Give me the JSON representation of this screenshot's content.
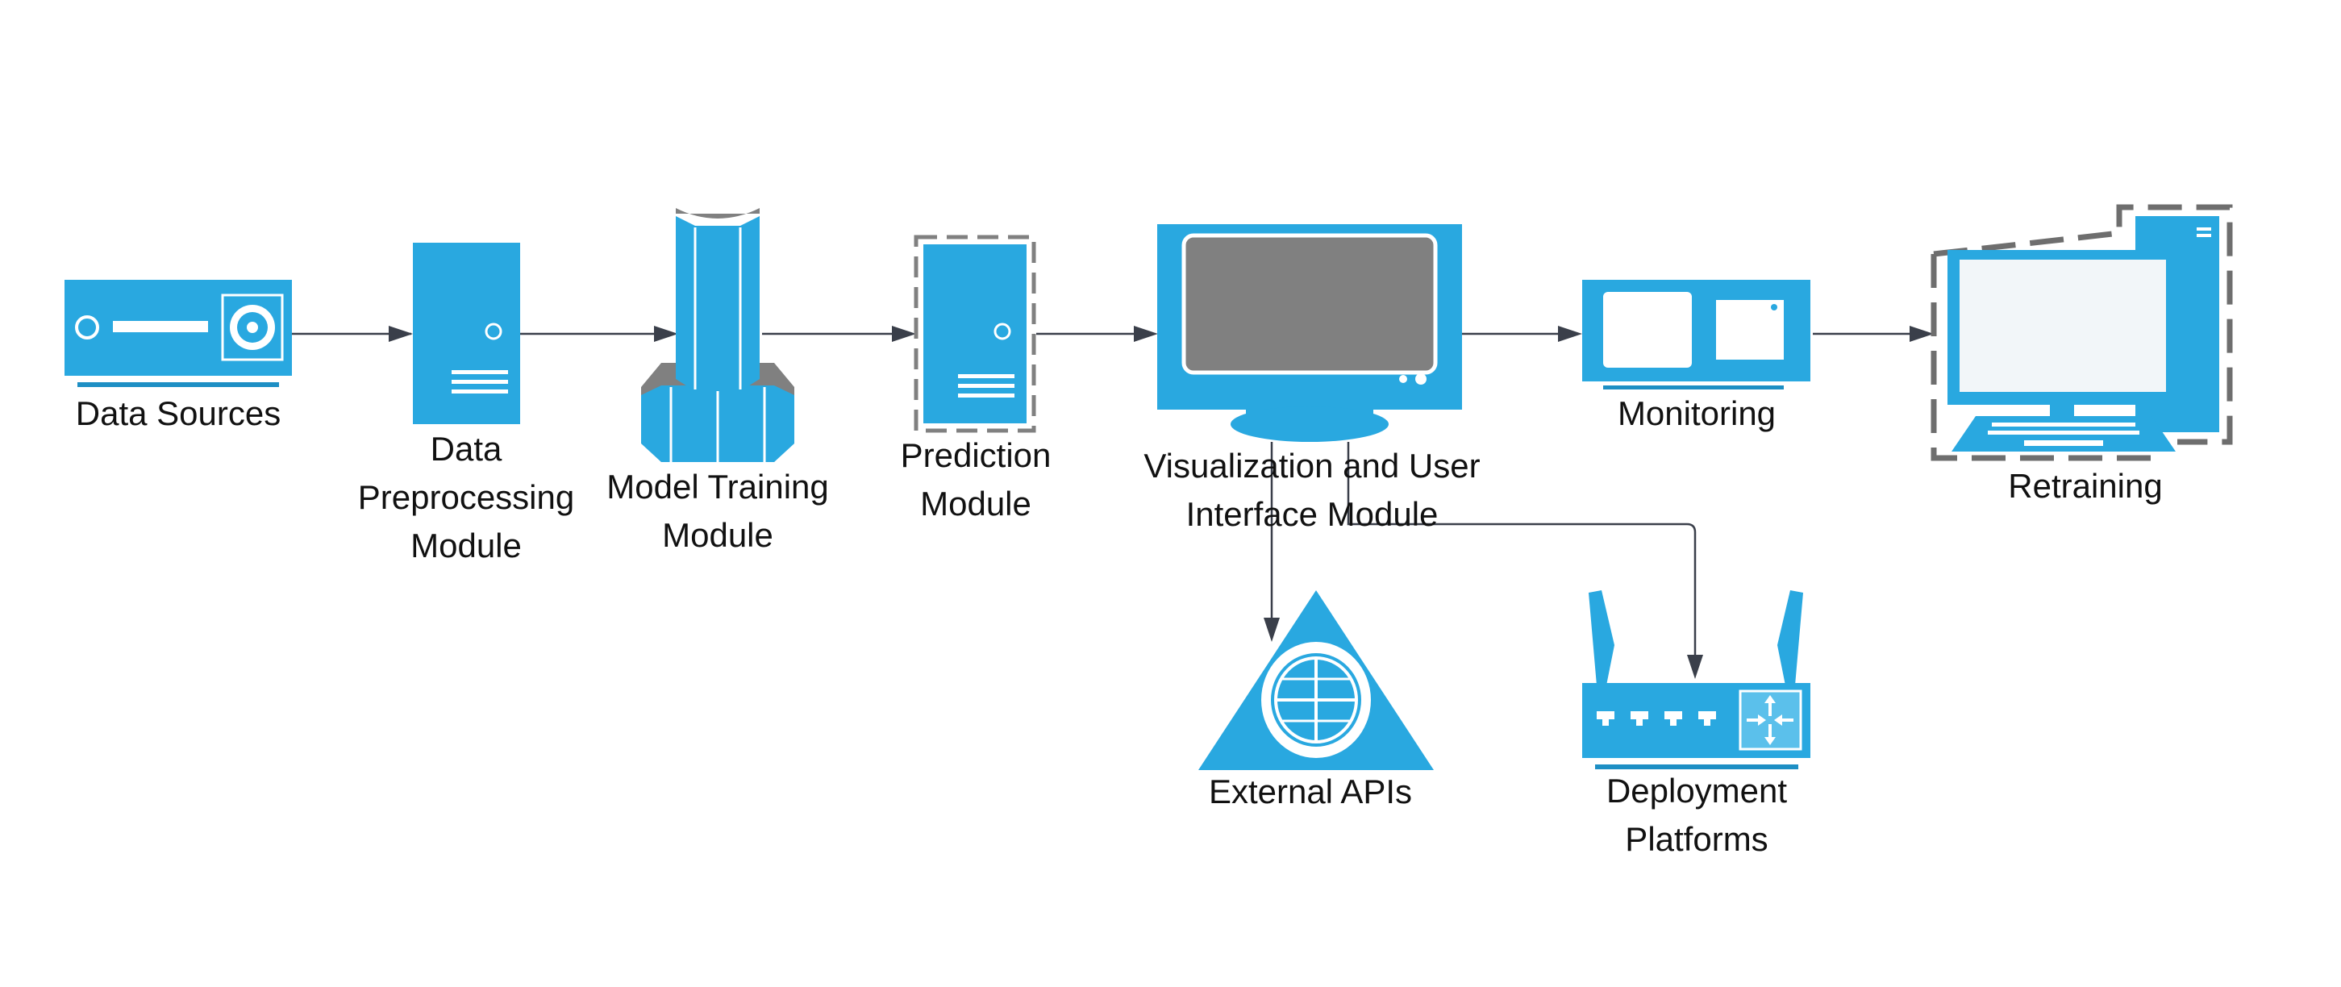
{
  "colors": {
    "device": "#29A8E0",
    "device_dark": "#1E8FC4",
    "screen": "#808080",
    "edge": "#3A3F4A",
    "dash": "#6E6E6E",
    "text": "#111111"
  },
  "nodes": {
    "data_sources": {
      "lines": [
        "Data Sources"
      ],
      "icon": "media-server-icon"
    },
    "preprocessing": {
      "lines": [
        "Data",
        "Preprocessing",
        "Module"
      ],
      "icon": "server-tower-icon"
    },
    "training": {
      "lines": [
        "Model Training",
        "Module"
      ],
      "icon": "mainframe-column-icon"
    },
    "prediction": {
      "lines": [
        "Prediction",
        "Module"
      ],
      "icon": "virtual-server-icon"
    },
    "visualization": {
      "lines": [
        "Visualization and User",
        "Interface Module"
      ],
      "icon": "monitor-icon"
    },
    "monitoring": {
      "lines": [
        "Monitoring"
      ],
      "icon": "video-wall-icon"
    },
    "retraining": {
      "lines": [
        "Retraining"
      ],
      "icon": "virtual-workstation-icon"
    },
    "external_apis": {
      "lines": [
        "External APIs"
      ],
      "icon": "web-service-icon"
    },
    "deployment": {
      "lines": [
        "Deployment",
        "Platforms"
      ],
      "icon": "wireless-router-icon"
    }
  },
  "edges": [
    {
      "from": "data_sources",
      "to": "preprocessing"
    },
    {
      "from": "preprocessing",
      "to": "training"
    },
    {
      "from": "training",
      "to": "prediction"
    },
    {
      "from": "prediction",
      "to": "visualization"
    },
    {
      "from": "visualization",
      "to": "monitoring"
    },
    {
      "from": "monitoring",
      "to": "retraining"
    },
    {
      "from": "visualization",
      "to": "external_apis"
    },
    {
      "from": "visualization",
      "to": "deployment"
    }
  ]
}
